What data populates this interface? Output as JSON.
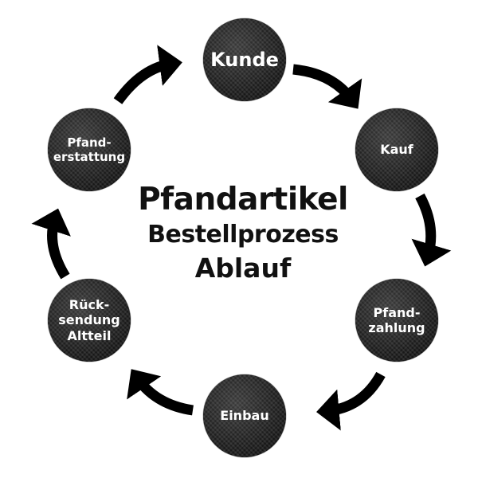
{
  "diagram": {
    "title": {
      "line1": "Pfandartikel",
      "line2": "Bestellprozess",
      "line3": "Ablauf"
    },
    "type": "cycle",
    "direction": "clockwise",
    "nodes": [
      {
        "id": "kunde",
        "label": "Kunde"
      },
      {
        "id": "kauf",
        "label": "Kauf"
      },
      {
        "id": "pfandzahlung",
        "label": "Pfand-\nzahlung"
      },
      {
        "id": "einbau",
        "label": "Einbau"
      },
      {
        "id": "ruecksendung",
        "label": "Rück-\nsendung\nAltteil"
      },
      {
        "id": "pfanderstattung",
        "label": "Pfand-\nerstattung"
      }
    ],
    "edges": [
      {
        "from": "kunde",
        "to": "kauf"
      },
      {
        "from": "kauf",
        "to": "pfandzahlung"
      },
      {
        "from": "pfandzahlung",
        "to": "einbau"
      },
      {
        "from": "einbau",
        "to": "ruecksendung"
      },
      {
        "from": "ruecksendung",
        "to": "pfanderstattung"
      },
      {
        "from": "pfanderstattung",
        "to": "kunde"
      }
    ],
    "colors": {
      "node_fill": "#1a1a1a",
      "node_text": "#ffffff",
      "arrow": "#000000",
      "title_text": "#111111",
      "background": "#ffffff"
    }
  }
}
